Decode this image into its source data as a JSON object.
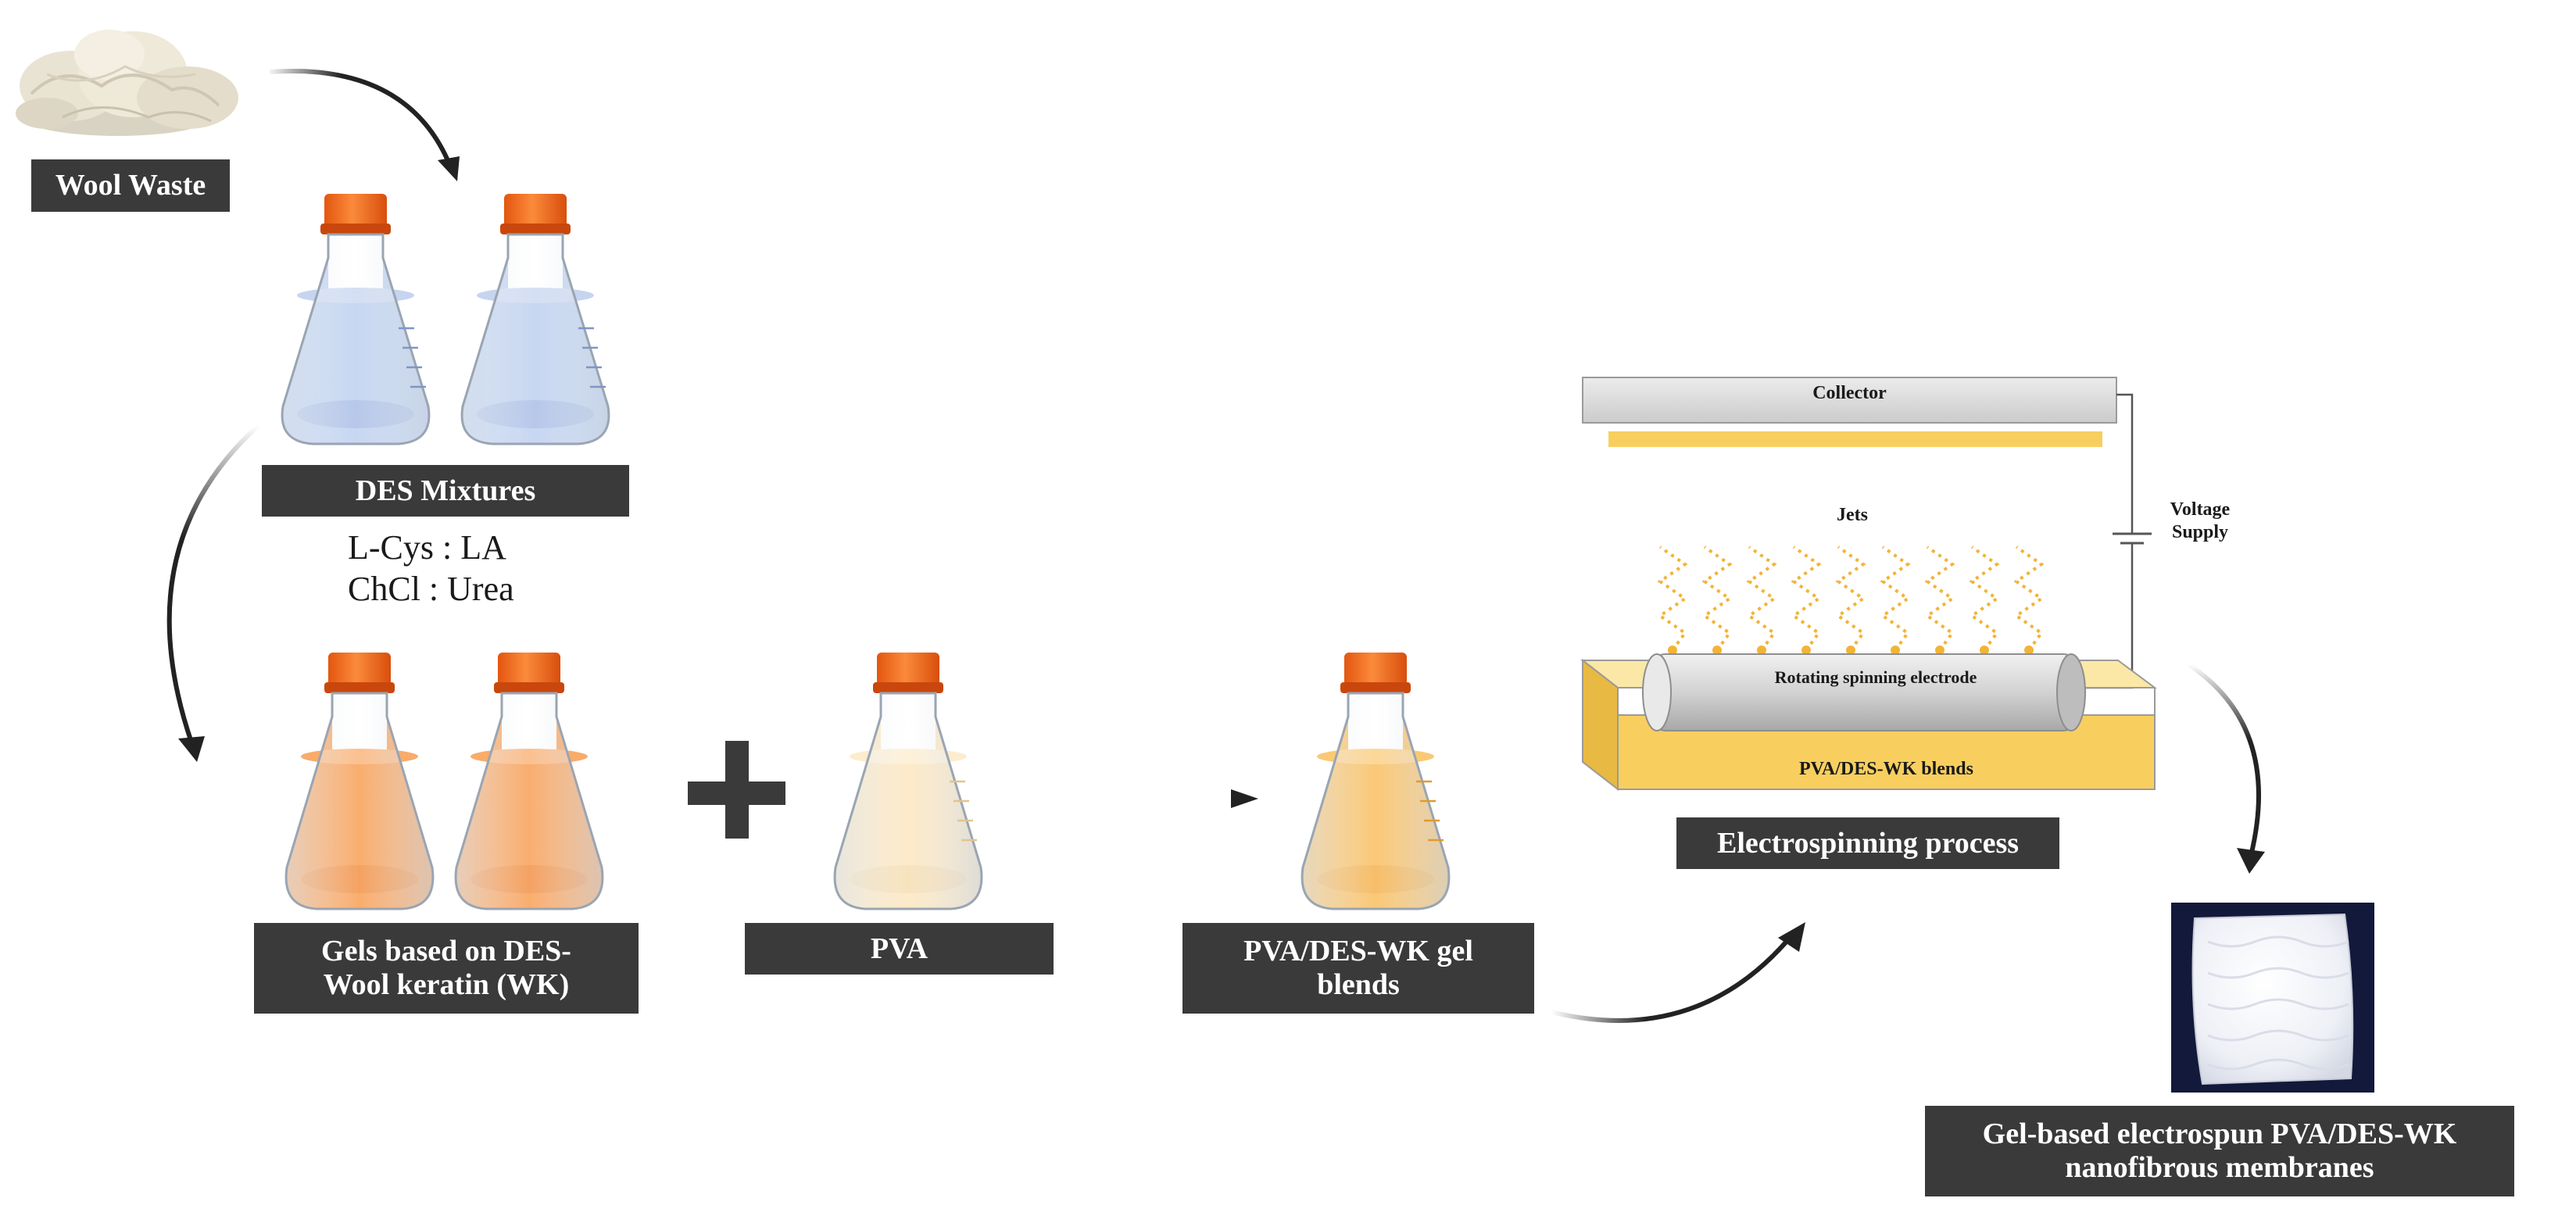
{
  "labels": {
    "wool_waste": "Wool Waste",
    "des_mixtures": "DES Mixtures",
    "des_line1": "L-Cys : LA",
    "des_line2": "ChCl : Urea",
    "gels_wk": "Gels based on DES-Wool keratin (WK)",
    "pva": "PVA",
    "gel_blends": "PVA/DES-WK gel blends",
    "electrospinning": "Electrospinning process",
    "membranes": "Gel-based electrospun PVA/DES-WK nanofibrous membranes"
  },
  "apparatus": {
    "collector": "Collector",
    "jets": "Jets",
    "voltage_supply": "Voltage Supply",
    "electrode": "Rotating spinning electrode",
    "bath": "PVA/DES-WK blends"
  },
  "colors": {
    "label_bg": "#3a3a3a",
    "flask_cap": "#f06a1e",
    "des_liquid": "#a7bfea",
    "gel_liquid": "#f7923f",
    "pva_liquid": "#fbe3b7",
    "blend_liquid": "#f8b54a",
    "jet": "#f2b437",
    "bath": "#f8cf5f"
  },
  "icons": {
    "wool": "wool-fiber-pile",
    "flask": "erlenmeyer-flask",
    "plus": "plus-sign",
    "membrane": "membrane-photo"
  }
}
